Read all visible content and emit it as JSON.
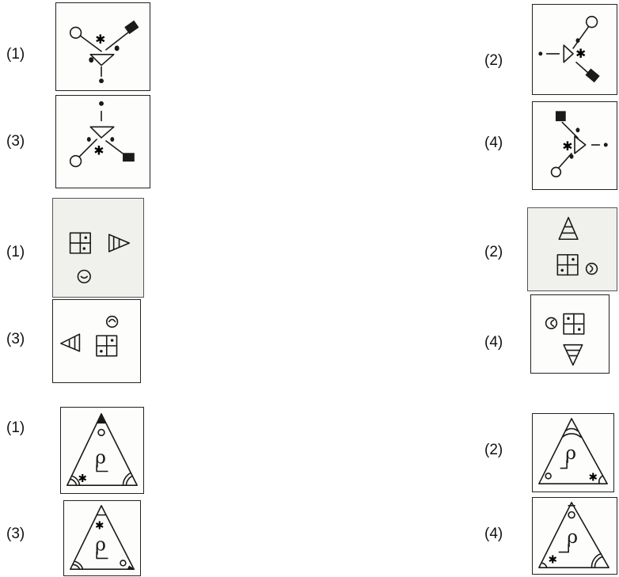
{
  "questions": [
    {
      "options": [
        {
          "label": "(1)"
        },
        {
          "label": "(2)"
        },
        {
          "label": "(3)"
        },
        {
          "label": "(4)"
        }
      ]
    },
    {
      "options": [
        {
          "label": "(1)"
        },
        {
          "label": "(2)"
        },
        {
          "label": "(3)"
        },
        {
          "label": "(4)"
        }
      ]
    },
    {
      "options": [
        {
          "label": "(1)"
        },
        {
          "label": "(2)"
        },
        {
          "label": "(3)"
        },
        {
          "label": "(4)"
        }
      ]
    }
  ],
  "icons": {
    "q1": [
      "circle",
      "asterisk",
      "triangle",
      "filled-rectangle",
      "dot",
      "small-circle"
    ],
    "q2": [
      "quartered-square",
      "striped-triangle",
      "smiley-circle"
    ],
    "q3": [
      "triangle",
      "p-glyph",
      "asterisk",
      "small-circle",
      "arc"
    ]
  }
}
